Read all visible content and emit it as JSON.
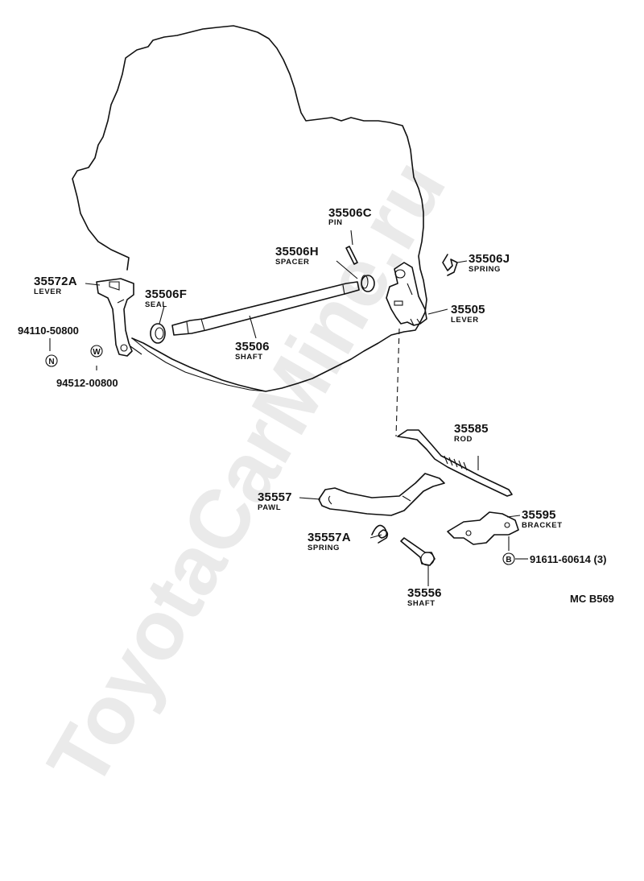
{
  "watermark": "ToyotaCarMine.ru",
  "figure_code": "MC  B569",
  "parts": [
    {
      "number": "35506C",
      "name": "PIN"
    },
    {
      "number": "35506H",
      "name": "SPACER"
    },
    {
      "number": "35506J",
      "name": "SPRING"
    },
    {
      "number": "35505",
      "name": "LEVER"
    },
    {
      "number": "35506F",
      "name": "SEAL"
    },
    {
      "number": "35506",
      "name": "SHAFT"
    },
    {
      "number": "35572A",
      "name": "LEVER"
    },
    {
      "number": "35585",
      "name": "ROD"
    },
    {
      "number": "35557",
      "name": "PAWL"
    },
    {
      "number": "35595",
      "name": "BRACKET"
    },
    {
      "number": "35557A",
      "name": "SPRING"
    },
    {
      "number": "35556",
      "name": "SHAFT"
    }
  ],
  "fasteners": [
    {
      "symbol": "N",
      "number": "94110-50800"
    },
    {
      "symbol": "W",
      "number": "94512-00800"
    },
    {
      "symbol": "B",
      "number": "91611-60614 (3)"
    }
  ]
}
